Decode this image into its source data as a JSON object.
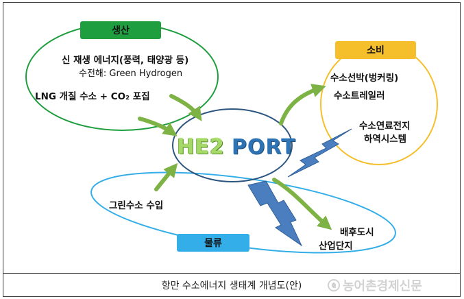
{
  "colors": {
    "production": "#1f9e3f",
    "consumption": "#f5bf2c",
    "logistics": "#33aee8",
    "hub_stroke": "#2c5680",
    "arrow": "#7db345",
    "bolt": "#4a7ebf"
  },
  "production": {
    "label": "생산",
    "items": [
      "신 재생 에너지(풍력, 태양광 등)",
      "LNG 개질 수소 + CO₂ 포집"
    ],
    "sub_item": "수전해: Green Hydrogen"
  },
  "consumption": {
    "label": "소비",
    "items": [
      "수소선박(벙커링)",
      "수소트레일러",
      "수소연료전지",
      "하역시스템"
    ]
  },
  "logistics": {
    "label": "물류",
    "items": [
      "그린수소 수입"
    ]
  },
  "hub": {
    "part1": "HE2",
    "part2": "PORT"
  },
  "outputs": [
    "배후도시",
    "산업단지"
  ],
  "caption": "항만 수소에너지 생태계 개념도(안)",
  "watermark": "농어촌경제신문"
}
